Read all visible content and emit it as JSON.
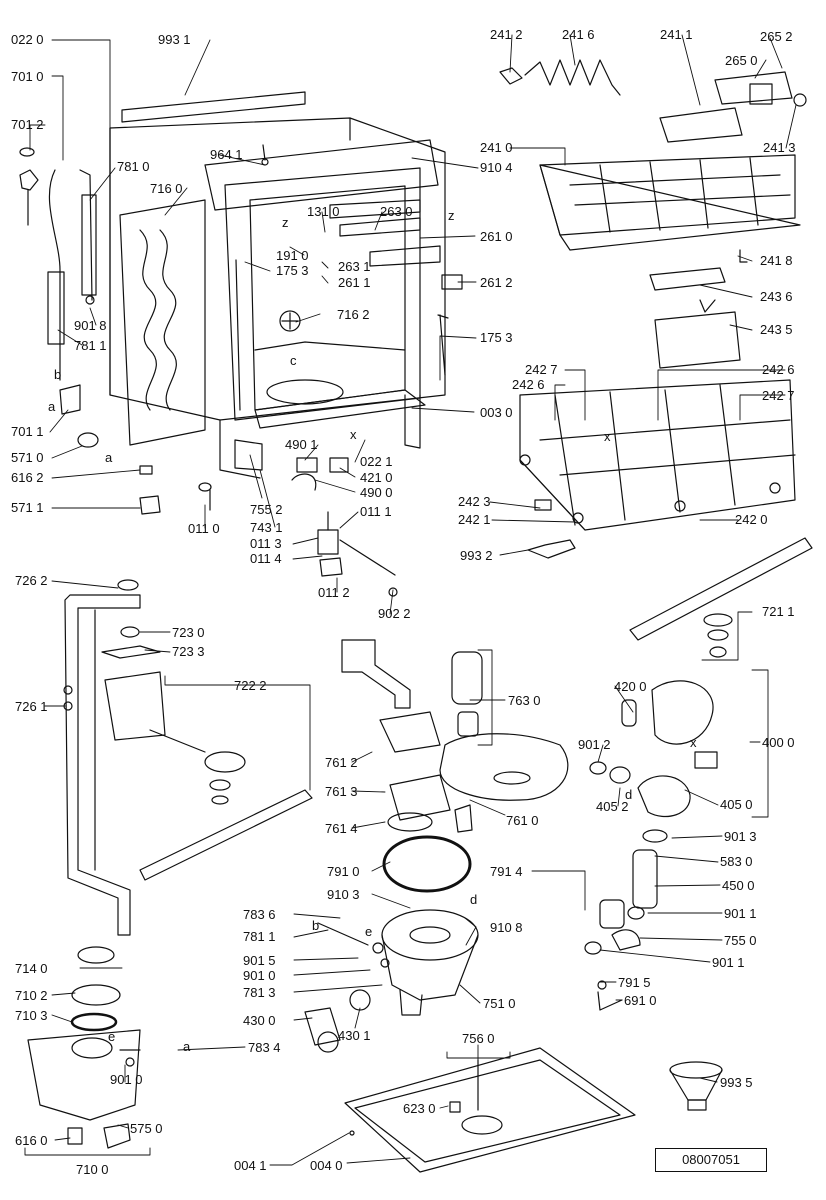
{
  "labels": {
    "l0220": "022 0",
    "l9931": "993 1",
    "l2412": "241 2",
    "l2416": "241 6",
    "l2411": "241 1",
    "l2652": "265 2",
    "l2650": "265 0",
    "l7010": "701 0",
    "l7012": "701 2",
    "l7810": "781 0",
    "l9641": "964 1",
    "l9104": "910 4",
    "l7160": "716 0",
    "l2413": "241 3",
    "l2410": "241 0",
    "l1310": "131 0",
    "l2630": "263 0",
    "l2610": "261 0",
    "l1910": "191 0",
    "l1753a": "175 3",
    "l2631": "263 1",
    "l2611": "261 1",
    "l2612": "261 2",
    "l2418": "241 8",
    "l2436": "243 6",
    "l9018": "901 8",
    "l7162": "716 2",
    "l2435": "243 5",
    "l1753b": "175 3",
    "l7811": "781 1",
    "l2427a": "242 7",
    "l2426a": "242 6",
    "l2426b": "242 6",
    "l2427b": "242 7",
    "l0030": "003 0",
    "l7011": "701 1",
    "l4901": "490 1",
    "l0221": "022 1",
    "l5710": "571 0",
    "l4210": "421 0",
    "l6162": "616 2",
    "l4900": "490 0",
    "l7552": "755 2",
    "l0111": "011 1",
    "l2423": "242 3",
    "l5711": "571 1",
    "l0110": "011 0",
    "l7431": "743 1",
    "l2421": "242 1",
    "l2420": "242 0",
    "l0113": "011 3",
    "l0114": "011 4",
    "l9932": "993 2",
    "l0112": "011 2",
    "l9022": "902 2",
    "l7262": "726 2",
    "l7230": "723 0",
    "l7211": "721 1",
    "l7233": "723 3",
    "l7630": "763 0",
    "l4200": "420 0",
    "l7222": "722 2",
    "l7261": "726 1",
    "l4000": "400 0",
    "l7612": "761 2",
    "l9012": "901 2",
    "l7613": "761 3",
    "l4052": "405 2",
    "l4050": "405 0",
    "l7614": "761 4",
    "l7610": "761 0",
    "l9013": "901 3",
    "l7910": "791 0",
    "l5830": "583 0",
    "l7914": "791 4",
    "l9103": "910 3",
    "l4500": "450 0",
    "l7836": "783 6",
    "l9108": "910 8",
    "l9011a": "901 1",
    "l7811b": "781 1",
    "l7550": "755 0",
    "l7140": "714 0",
    "l9015": "901 5",
    "l9010a": "901 0",
    "l9011b": "901 1",
    "l7102": "710 2",
    "l7813": "781 3",
    "l7510": "751 0",
    "l7915": "791 5",
    "l6910": "691 0",
    "l7103": "710 3",
    "l4300": "430 0",
    "l4301": "430 1",
    "l7834": "783 4",
    "l7560": "756 0",
    "l9935": "993 5",
    "l9010b": "901 0",
    "l6230": "623 0",
    "l5750": "575 0",
    "l6160": "616 0",
    "l0041": "004 1",
    "l0040": "004 0",
    "l7100": "710 0"
  },
  "letters": {
    "a1": "a",
    "b1": "b",
    "a2": "a",
    "z1": "z",
    "z2": "z",
    "c1": "c",
    "x1": "x",
    "x2": "x",
    "x3": "x",
    "d1": "d",
    "d2": "d",
    "e1": "e",
    "e2": "e",
    "b2": "b",
    "a3": "a"
  },
  "drawing_code": "08007051"
}
